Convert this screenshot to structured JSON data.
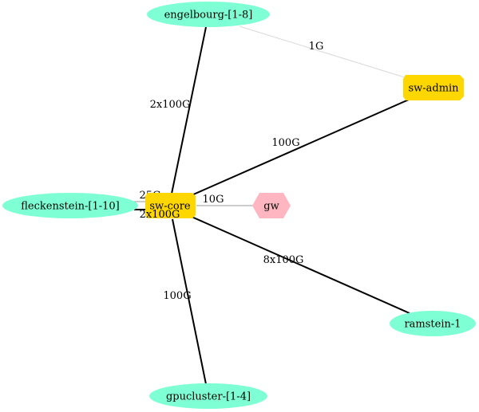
{
  "colors": {
    "host": "#7fffd4",
    "switch": "#ffd700",
    "gateway": "#ffb6c1",
    "thick_edge": "#000000",
    "thin_edge": "#c0c0c0",
    "gw_edge": "#999999"
  },
  "nodes": {
    "engelbourg": "engelbourg-[1-8]",
    "sw_admin": "sw-admin",
    "fleckenstein": "fleckenstein-[1-10]",
    "sw_core": "sw-core",
    "gw": "gw",
    "ramstein": "ramstein-1",
    "gpucluster": "gpucluster-[1-4]"
  },
  "edges": {
    "engelbourg_sw_admin": "1G",
    "engelbourg_sw_core": "2x100G",
    "sw_admin_sw_core": "100G",
    "fleckenstein_sw_core_a": "25G",
    "fleckenstein_sw_core_b": "2x100G",
    "sw_core_gw": "10G",
    "sw_core_ramstein": "8x100G",
    "sw_core_gpucluster": "100G"
  }
}
